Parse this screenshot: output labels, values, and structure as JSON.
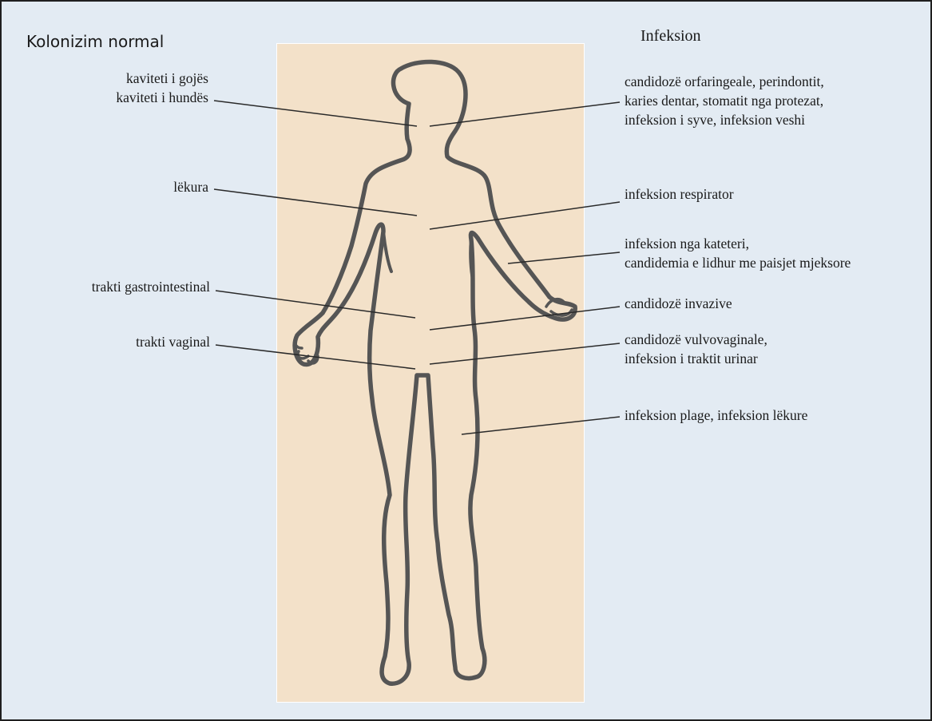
{
  "headings": {
    "left": "Kolonizim normal",
    "right": "Infeksion"
  },
  "colonization_labels": [
    {
      "lines": [
        "kaviteti i gojës",
        "kaviteti i hundës"
      ]
    },
    {
      "lines": [
        "lëkura"
      ]
    },
    {
      "lines": [
        "trakti gastrointestinal"
      ]
    },
    {
      "lines": [
        "trakti vaginal"
      ]
    }
  ],
  "infection_labels": [
    {
      "lines": [
        "candidozë orfaringeale, perindontit,",
        "karies dentar, stomatit nga protezat,",
        "infeksion i syve, infeksion veshi"
      ]
    },
    {
      "lines": [
        "infeksion respirator"
      ]
    },
    {
      "lines": [
        "infeksion nga kateteri,",
        "candidemia e lidhur me paisjet mjeksore"
      ]
    },
    {
      "lines": [
        "candidozë invazive"
      ]
    },
    {
      "lines": [
        "candidozë vulvovaginale,",
        "infeksion i traktit urinar"
      ]
    },
    {
      "lines": [
        "infeksion plage, infeksion lëkure"
      ]
    }
  ],
  "colors": {
    "background": "#e3ebf3",
    "body_panel": "#f3e1c9",
    "outline": "#555555",
    "leader_line": "#2a2a2a"
  }
}
